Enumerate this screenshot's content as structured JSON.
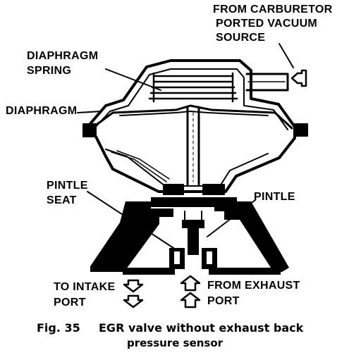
{
  "labels": {
    "source_line1": "FROM CARBURETOR",
    "source_line2": "PORTED VACUUM",
    "source_line3": "SOURCE",
    "spring_line1": "DIAPHRAGM",
    "spring_line2": "SPRING",
    "diaphragm": "DIAPHRAGM",
    "pintle_seat_line1": "PINTLE",
    "pintle_seat_line2": "SEAT",
    "pintle": "PINTLE",
    "intake_line1": "TO INTAKE",
    "intake_line2": "PORT",
    "exhaust_line1": "FROM EXHAUST",
    "exhaust_line2": "PORT"
  },
  "caption": {
    "fig": "Fig. 35",
    "title_line1": "EGR valve without exhaust back",
    "title_line2": "pressure sensor"
  },
  "icons": [
    "flow-arrow-left-icon",
    "flow-arrow-down-icon",
    "flow-arrow-up-icon"
  ],
  "colors": {
    "ink": "#000000",
    "paper": "#ffffff"
  }
}
